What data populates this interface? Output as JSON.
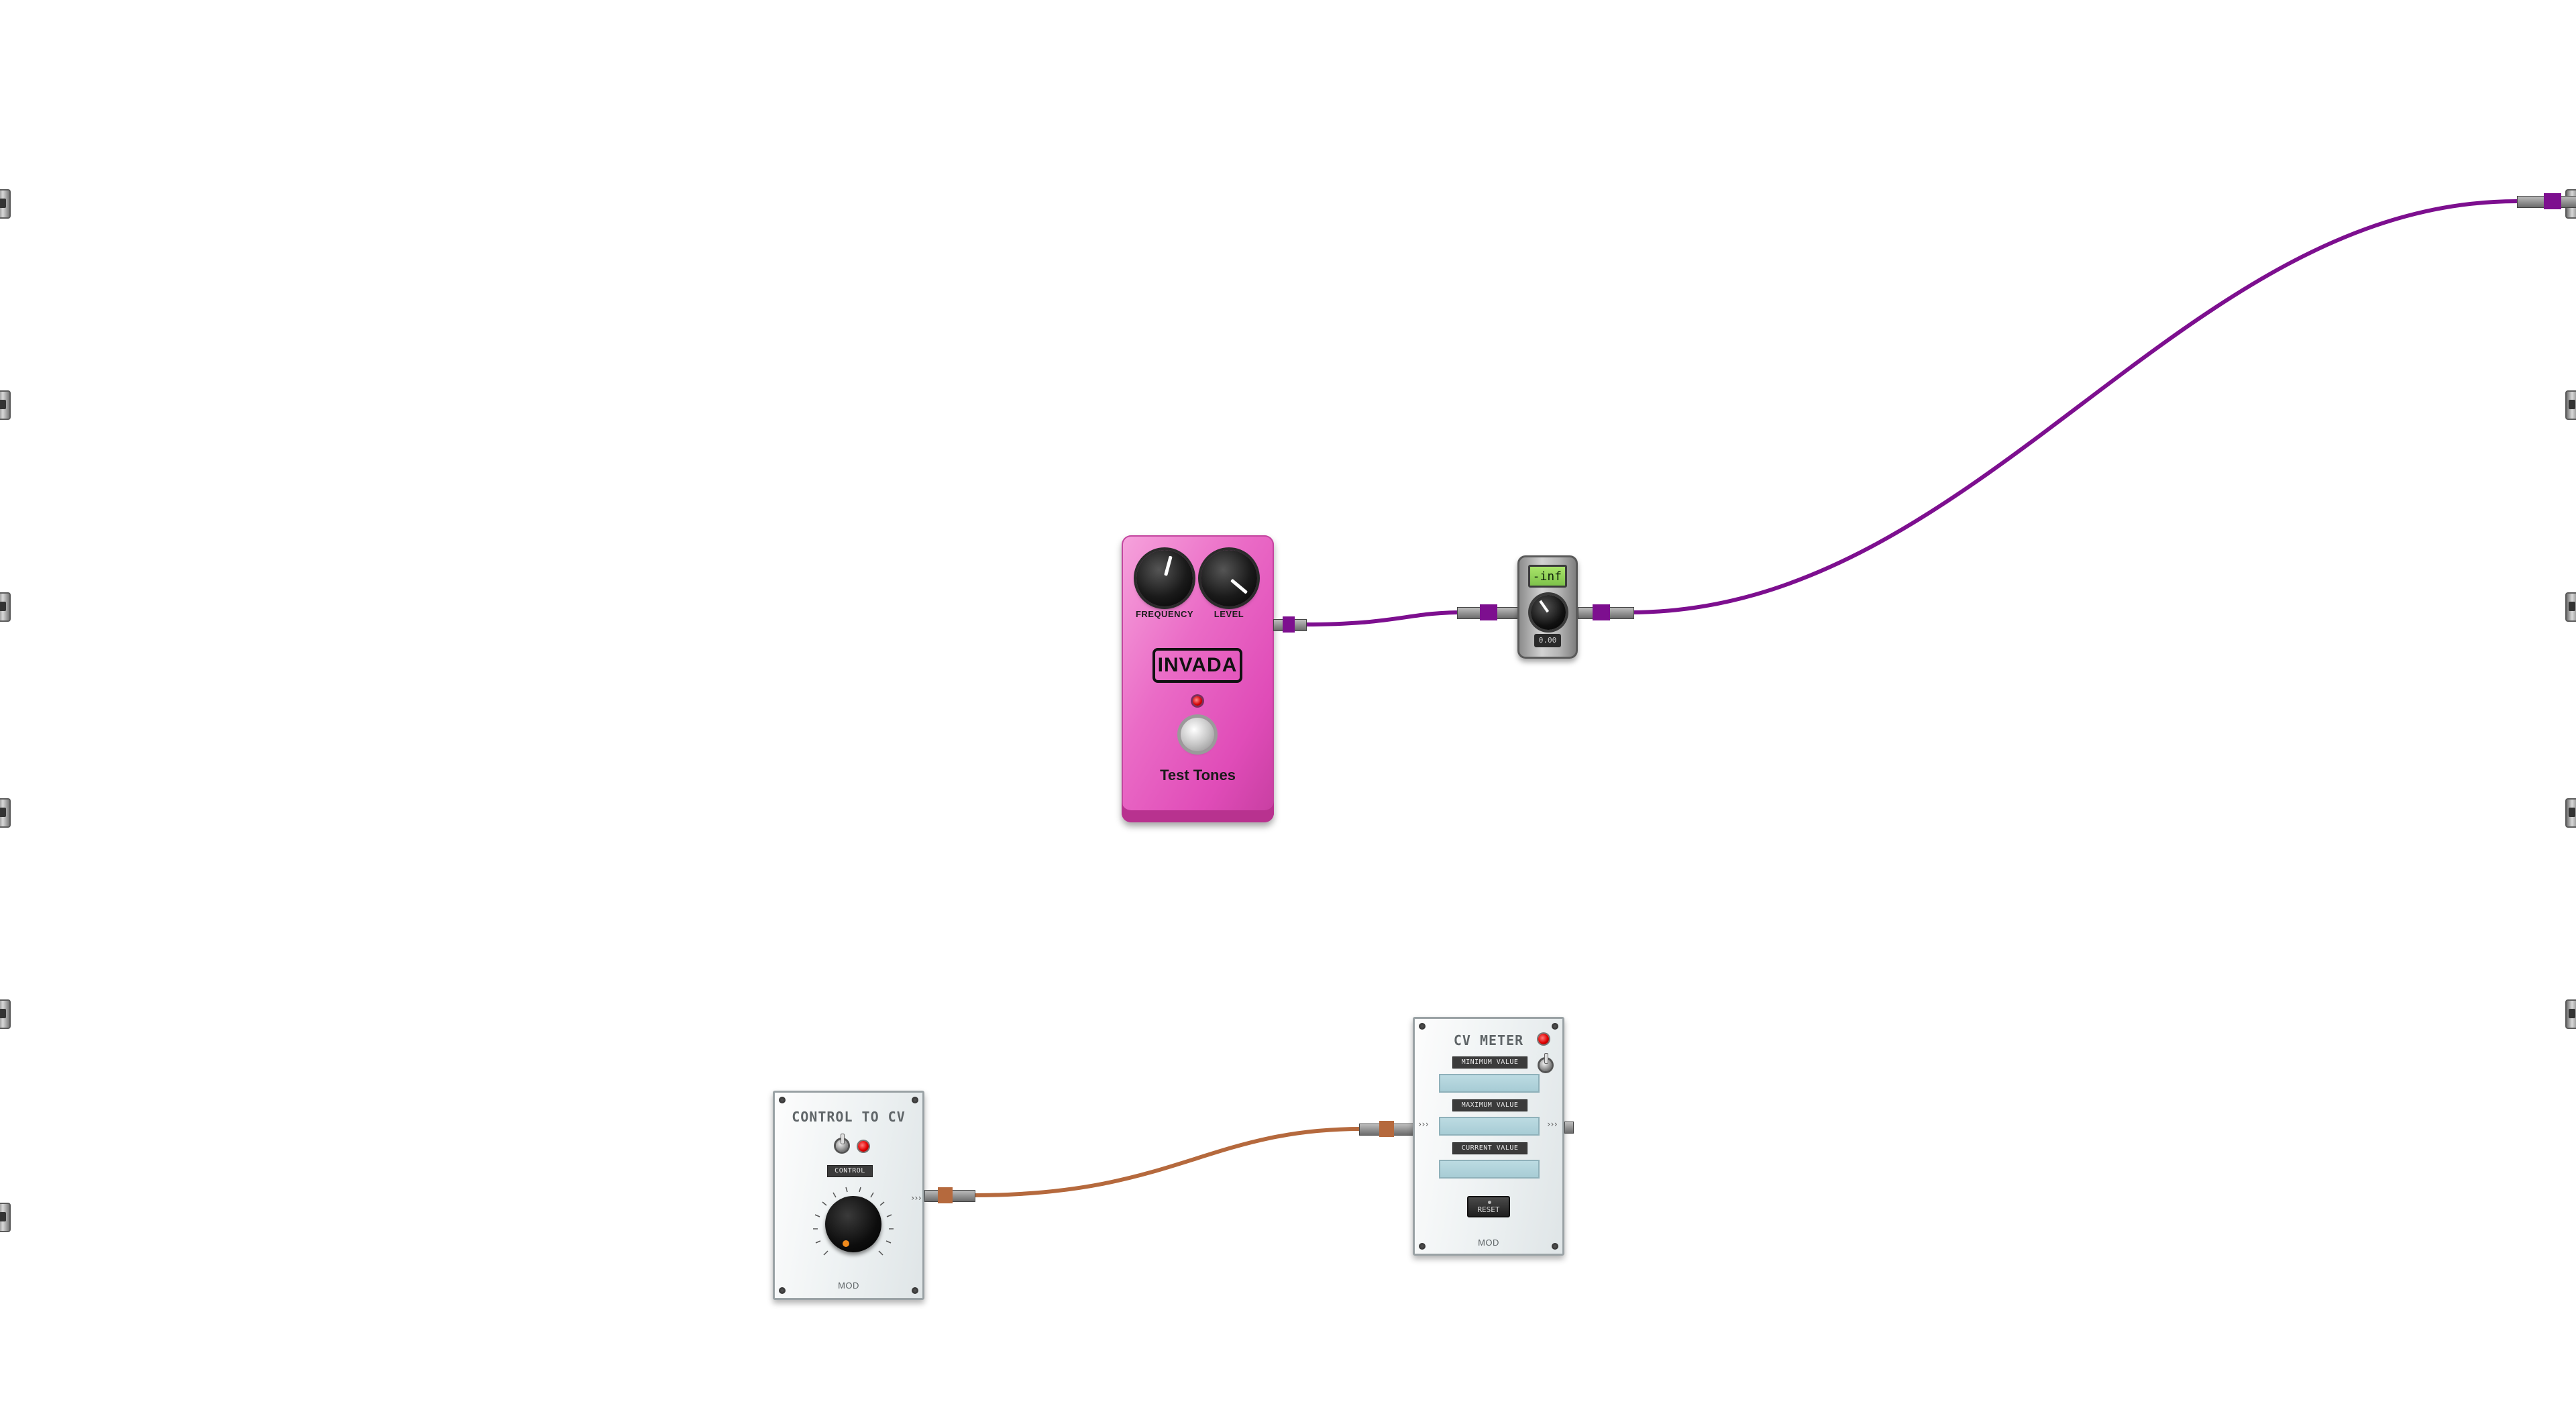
{
  "plugins": {
    "test_tones": {
      "brand": "INVADA",
      "name": "Test Tones",
      "knobs": [
        {
          "label": "FREQUENCY"
        },
        {
          "label": "LEVEL"
        }
      ],
      "color": "#e86cc5"
    },
    "gain": {
      "display": "-inf",
      "value": "0.00"
    },
    "control_to_cv": {
      "title": "CONTROL TO CV",
      "control_label": "CONTROL",
      "brand": "MOD"
    },
    "cv_meter": {
      "title": "CV METER",
      "minimum_label": "MINIMUM VALUE",
      "maximum_label": "MAXIMUM VALUE",
      "current_label": "CURRENT VALUE",
      "reset_label": "RESET",
      "brand": "MOD"
    }
  },
  "cables": {
    "audio_color": "#7d0f8f",
    "cv_color": "#b5693d"
  }
}
